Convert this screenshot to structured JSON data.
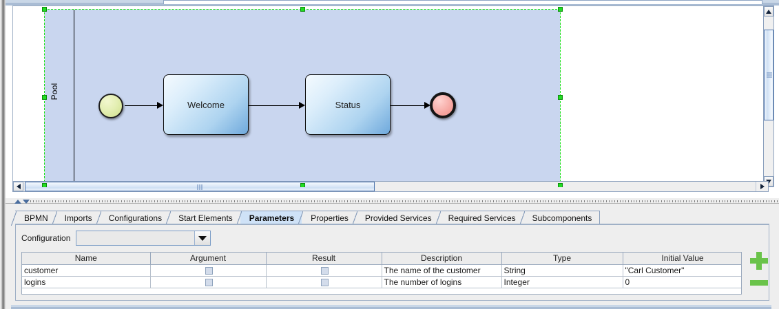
{
  "diagram": {
    "pool_label": "Pool",
    "nodes": [
      {
        "name": "start-event",
        "label": "",
        "type": "start"
      },
      {
        "name": "task-welcome",
        "label": "Welcome",
        "type": "task"
      },
      {
        "name": "task-status",
        "label": "Status",
        "type": "task"
      },
      {
        "name": "end-event",
        "label": "",
        "type": "end"
      }
    ],
    "colors": {
      "pool_fill": "#c9d6ef",
      "task_fill_light": "#f4fafe",
      "task_fill_dark": "#6fa9dc",
      "start_event_fill": "#cfe08c",
      "end_event_fill": "#ef9089",
      "selection_handle": "#22dd22"
    }
  },
  "scrollbars": {
    "vertical_up_icon": "triangle-up-icon",
    "vertical_down_icon": "triangle-down-icon",
    "horizontal_left_icon": "triangle-left-icon",
    "horizontal_right_icon": "triangle-right-icon"
  },
  "divider": {
    "collapse_up_icon": "triangle-up-icon",
    "collapse_down_icon": "triangle-down-icon"
  },
  "tabs": [
    {
      "label": "BPMN",
      "selected": false
    },
    {
      "label": "Imports",
      "selected": false
    },
    {
      "label": "Configurations",
      "selected": false
    },
    {
      "label": "Start Elements",
      "selected": false
    },
    {
      "label": "Parameters",
      "selected": true
    },
    {
      "label": "Properties",
      "selected": false
    },
    {
      "label": "Provided Services",
      "selected": false
    },
    {
      "label": "Required Services",
      "selected": false
    },
    {
      "label": "Subcomponents",
      "selected": false
    }
  ],
  "panel": {
    "configuration_label": "Configuration",
    "configuration_value": "",
    "configuration_placeholder": "",
    "dropdown_icon": "chevron-down-icon"
  },
  "table": {
    "columns": [
      "Name",
      "Argument",
      "Result",
      "Description",
      "Type",
      "Initial Value"
    ],
    "rows": [
      {
        "name": "customer",
        "argument": false,
        "result": false,
        "description": "The name of the customer",
        "type": "String",
        "initial_value": "\"Carl Customer\""
      },
      {
        "name": "logins",
        "argument": false,
        "result": false,
        "description": "The number of logins",
        "type": "Integer",
        "initial_value": "0"
      }
    ]
  },
  "actions": {
    "add_label": "+",
    "remove_label": "−",
    "add_icon": "plus-icon",
    "remove_icon": "minus-icon",
    "accent_green": "#6ac34a"
  }
}
